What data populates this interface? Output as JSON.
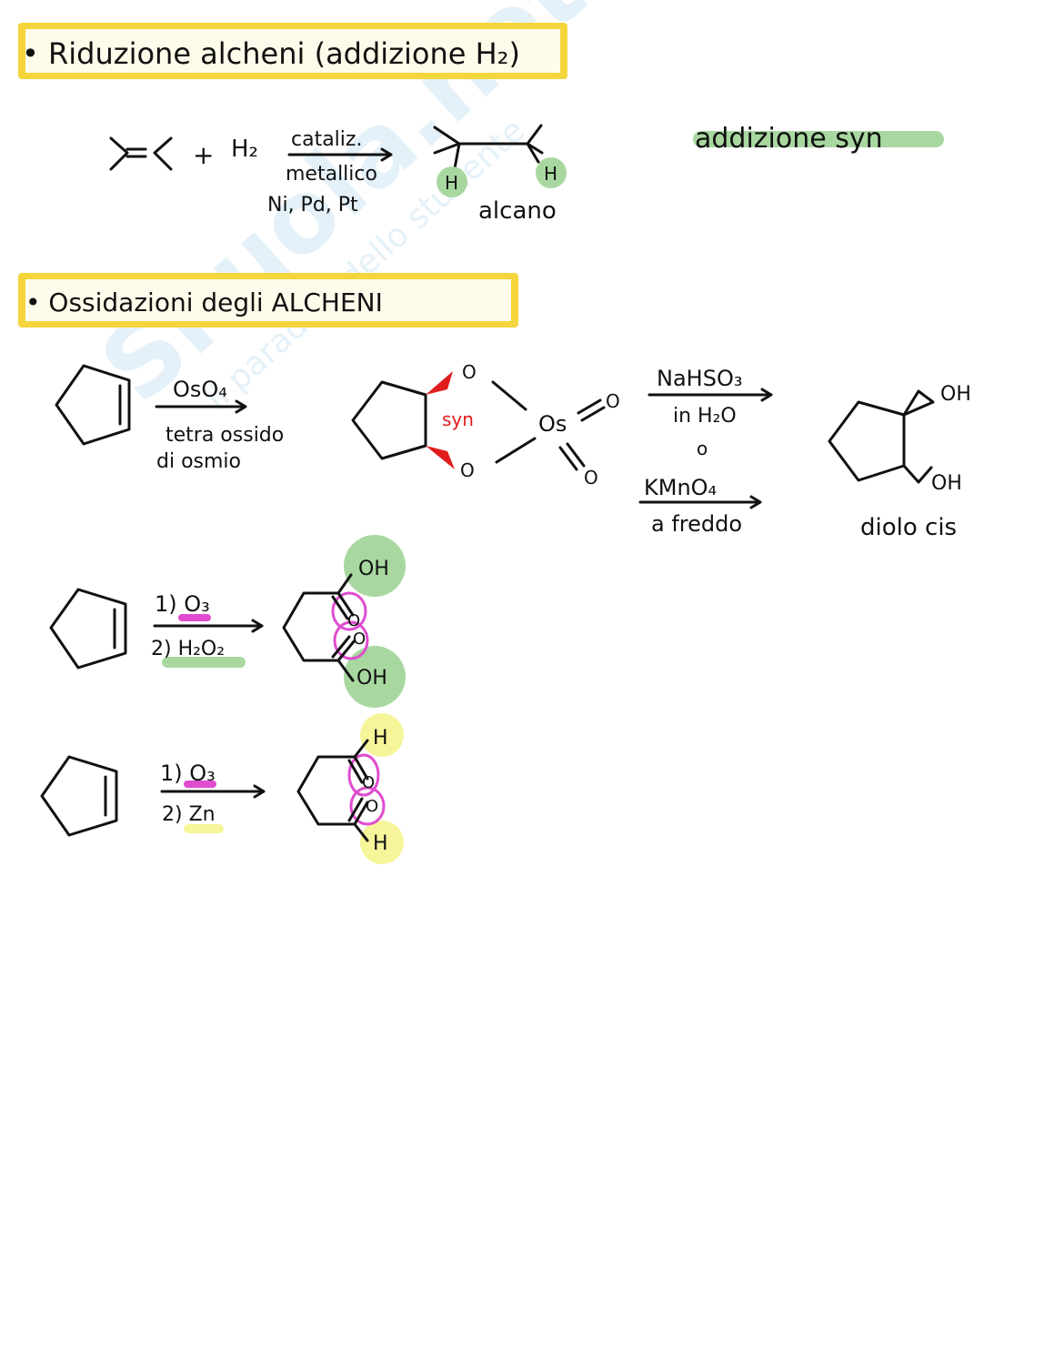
{
  "colors": {
    "yellow": "#f5d53c",
    "green": "#a8d8a0",
    "pink": "#e04ccf",
    "red": "#e01c1c",
    "lightyellow": "#f7f59a"
  },
  "watermark": {
    "brand": "Skuola.net",
    "tagline": "il paradiso dello studente"
  },
  "section1": {
    "title": "• Riduzione alcheni  (addizione H₂)",
    "plus": "+",
    "reagent": "H₂",
    "arrow_top": "cataliz.",
    "arrow_bottom": "metallico",
    "catalysts": "Ni, Pd, Pt",
    "h_left": "H",
    "h_right": "H",
    "product": "alcano",
    "note": "addizione syn"
  },
  "section2": {
    "title": "• Ossidazioni  degli  ALCHENI",
    "r1": {
      "reagent": "OsO₄",
      "name_line1": "tetra ossido",
      "name_line2": "di osmio",
      "o_top": "O",
      "o_bottom": "O",
      "syn": "syn",
      "os": "Os",
      "o_right": "O",
      "o_down": "O",
      "step_a": "NaHSO₃",
      "step_a2": "in H₂O",
      "or": "o",
      "step_b": "KMnO₄",
      "step_b2": "a freddo",
      "oh_top": "OH",
      "oh_bottom": "OH",
      "product": "diolo cis"
    },
    "r2": {
      "step1": "1) O₃",
      "step2": "2) H₂O₂",
      "oh_top": "OH",
      "o1": "O",
      "o2": "O",
      "oh_bottom": "OH"
    },
    "r3": {
      "step1": "1) O₃",
      "step2": "2) Zn",
      "h_top": "H",
      "o1": "O",
      "o2": "O",
      "h_bottom": "H"
    }
  }
}
